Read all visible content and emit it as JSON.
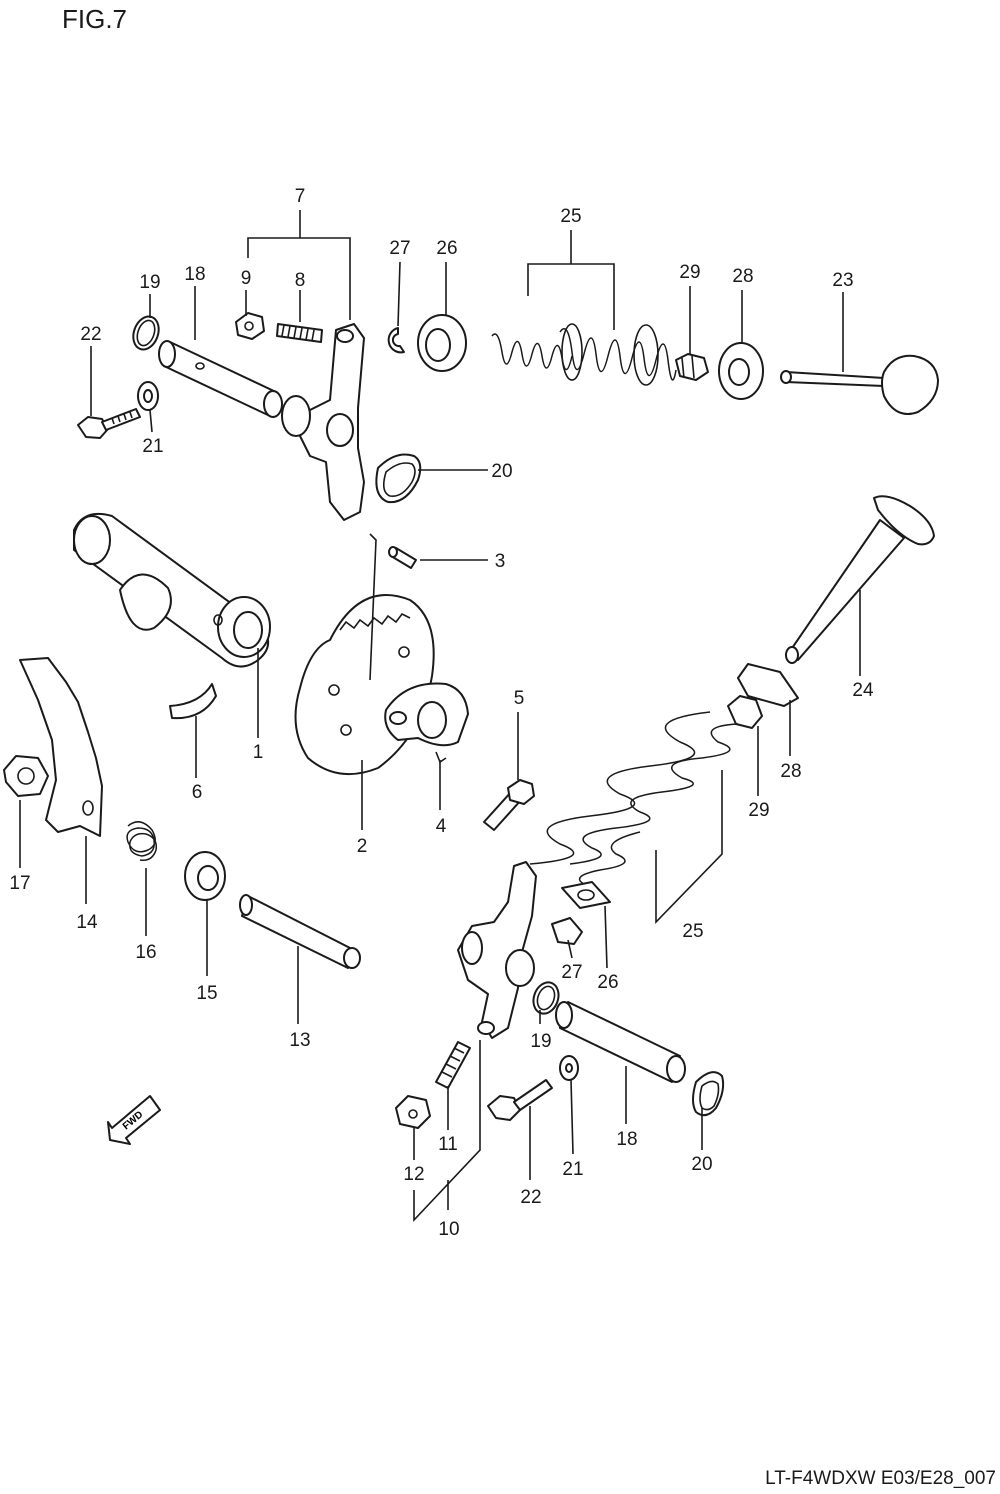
{
  "header": {
    "figure_title": "FIG.7"
  },
  "footer": {
    "model_code": "LT-F4WDXW E03/E28_007"
  },
  "fwd_label": "FWD",
  "callouts": {
    "c1": "1",
    "c2": "2",
    "c3": "3",
    "c4": "4",
    "c5": "5",
    "c6": "6",
    "c7": "7",
    "c8a": "8",
    "c9a": "9",
    "c10": "10",
    "c11": "11",
    "c12": "12",
    "c13": "13",
    "c14": "14",
    "c15": "15",
    "c16": "16",
    "c17": "17",
    "c18a": "18",
    "c18b": "18",
    "c19a": "19",
    "c19b": "19",
    "c20a": "20",
    "c20b": "20",
    "c21a": "21",
    "c21b": "21",
    "c22a": "22",
    "c22b": "22",
    "c23": "23",
    "c24": "24",
    "c25a": "25",
    "c25b": "25",
    "c26a": "26",
    "c26b": "26",
    "c27a": "27",
    "c27b": "27",
    "c28a": "28",
    "c28b": "28",
    "c29a": "29",
    "c29b": "29"
  }
}
